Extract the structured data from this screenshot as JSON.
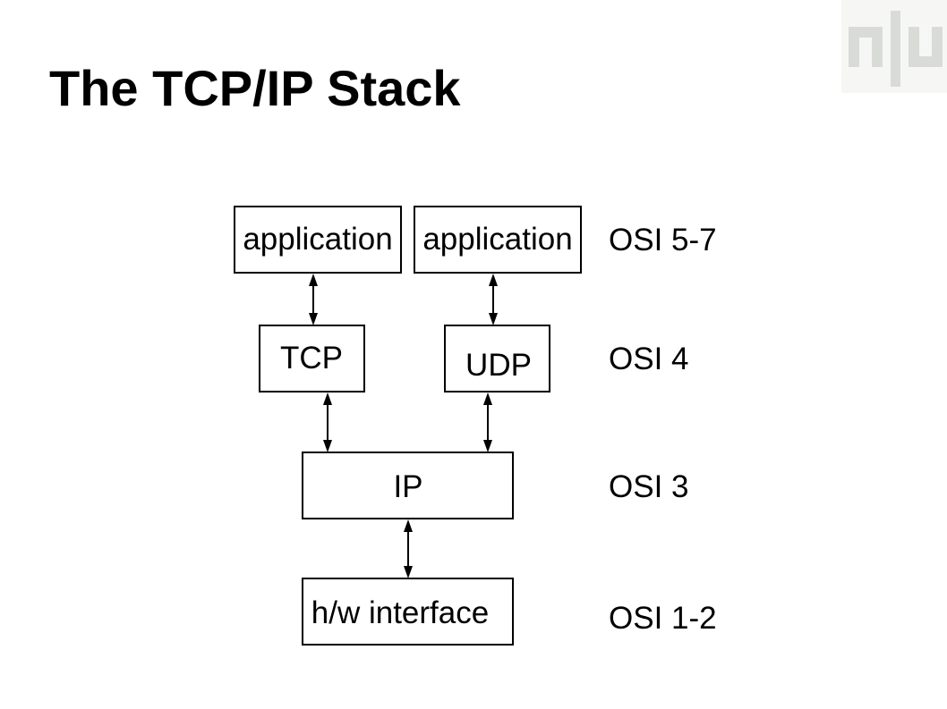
{
  "slide": {
    "title": "The TCP/IP Stack"
  },
  "logo": {
    "text": "nlu",
    "color": "#d9dcd6"
  },
  "diagram": {
    "app_left_label": "application",
    "app_right_label": "application",
    "tcp_label": "TCP",
    "udp_label": "UDP",
    "ip_label": "IP",
    "hw_label": "h/w interface",
    "osi_layers": {
      "app": "OSI 5-7",
      "transport": "OSI 4",
      "network": "OSI 3",
      "link": "OSI 1-2"
    }
  }
}
